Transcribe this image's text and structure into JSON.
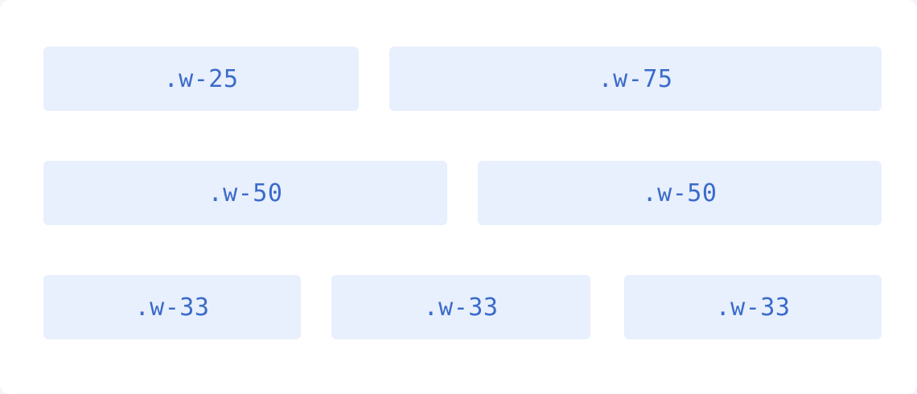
{
  "rows": [
    {
      "blocks": [
        {
          "label": ".w-25"
        },
        {
          "label": ".w-75"
        }
      ]
    },
    {
      "blocks": [
        {
          "label": ".w-50"
        },
        {
          "label": ".w-50"
        }
      ]
    },
    {
      "blocks": [
        {
          "label": ".w-33"
        },
        {
          "label": ".w-33"
        },
        {
          "label": ".w-33"
        }
      ]
    }
  ],
  "colors": {
    "block_background": "#e8effd",
    "label_text": "#3a6bc9",
    "canvas_background": "#ffffff"
  }
}
